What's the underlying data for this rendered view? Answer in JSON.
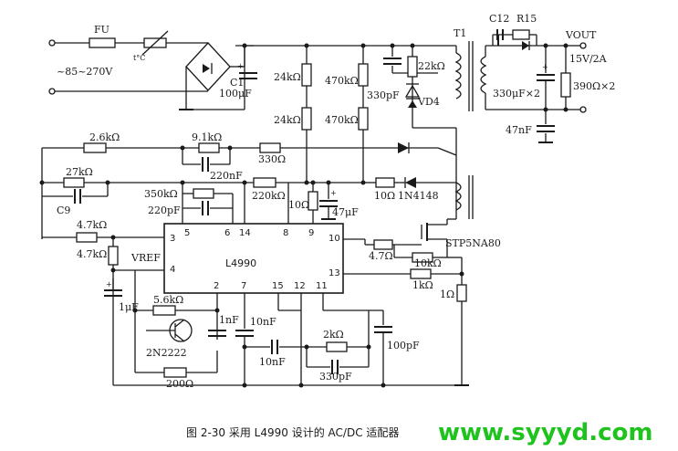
{
  "figure_caption": "图 2-30   采用 L4990 设计的 AC/DC 适配器",
  "watermark": "www.syyyd.com",
  "input": {
    "fuse": "FU",
    "voltage_range": "~85~270V",
    "thermistor": "t°C"
  },
  "chip": {
    "name": "L4990",
    "vref_label": "VREF",
    "pins": [
      "3",
      "5",
      "6",
      "14",
      "8",
      "9",
      "10",
      "4",
      "13",
      "2",
      "7",
      "15",
      "12",
      "11"
    ]
  },
  "components": {
    "c1": "C1",
    "c1_value": "100μF",
    "r24k_top": "24kΩ",
    "r24k_bot": "24kΩ",
    "r470k_top": "470kΩ",
    "r470k_bot": "470kΩ",
    "r22k": "22kΩ",
    "c330p": "330pF",
    "vd4": "VD4",
    "t1": "T1",
    "c12": "C12",
    "r15": "R15",
    "vout": "VOUT",
    "vout_rating": "15V/2A",
    "c_out": "330μF×2",
    "r_out": "390Ω×2",
    "c47n": "47nF",
    "r2k6": "2.6kΩ",
    "r9k1": "9.1kΩ",
    "r330": "330Ω",
    "c220n": "220nF",
    "r27k": "27kΩ",
    "c9": "C9",
    "r350k": "350kΩ",
    "c220p": "220pF",
    "r220k": "220kΩ",
    "r10_a": "10Ω",
    "c47u": "47μF",
    "r10_b": "10Ω",
    "d_1n4148": "1N4148",
    "r4k7_a": "4.7kΩ",
    "r4k7_b": "4.7kΩ",
    "r4_7": "4.7Ω",
    "mosfet": "STP5NA80",
    "r10k": "10kΩ",
    "r1k": "1kΩ",
    "r1": "1Ω",
    "c1u": "1μF",
    "r5k6": "5.6kΩ",
    "q2n2222": "2N2222",
    "r200": "200Ω",
    "c1n": "1nF",
    "c10n_a": "10nF",
    "c10n_b": "10nF",
    "r2k": "2kΩ",
    "c330p_b": "330pF",
    "c100p": "100pF"
  }
}
